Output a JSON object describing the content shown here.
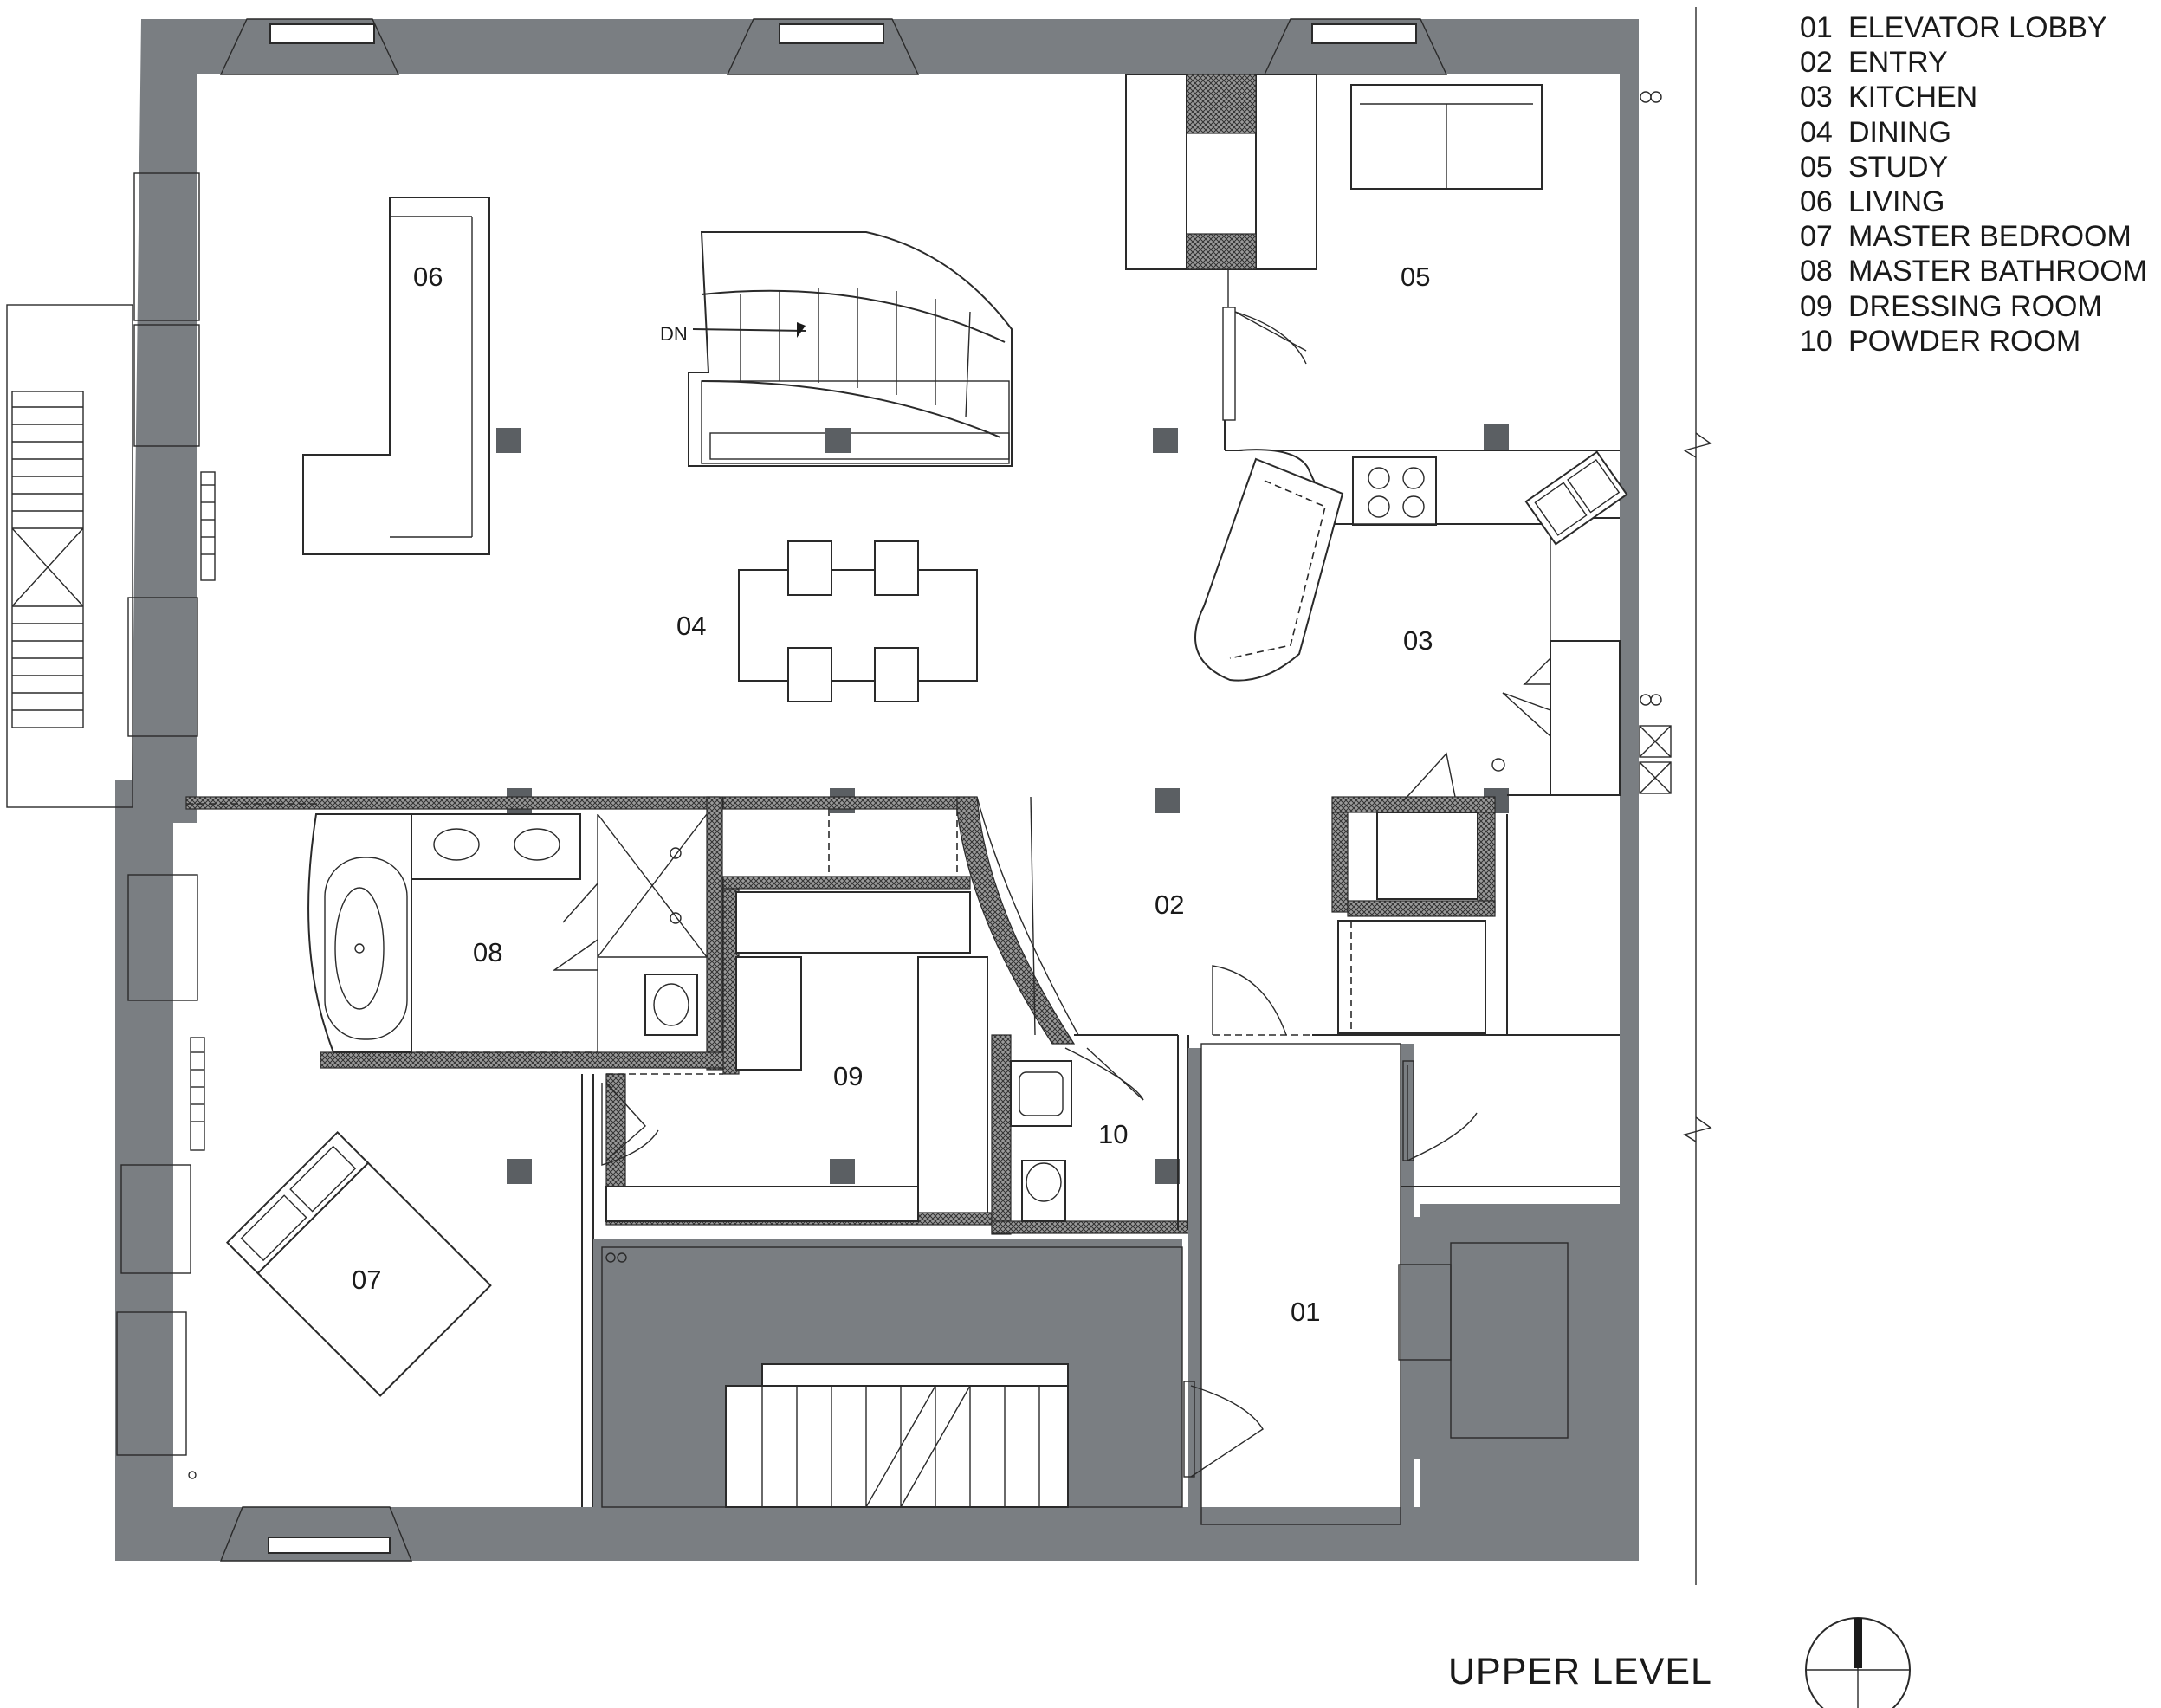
{
  "title": "UPPER LEVEL",
  "legend": [
    {
      "num": "01",
      "name": "ELEVATOR LOBBY"
    },
    {
      "num": "02",
      "name": "ENTRY"
    },
    {
      "num": "03",
      "name": "KITCHEN"
    },
    {
      "num": "04",
      "name": "DINING"
    },
    {
      "num": "05",
      "name": "STUDY"
    },
    {
      "num": "06",
      "name": "LIVING"
    },
    {
      "num": "07",
      "name": "MASTER BEDROOM"
    },
    {
      "num": "08",
      "name": "MASTER BATHROOM"
    },
    {
      "num": "09",
      "name": "DRESSING ROOM"
    },
    {
      "num": "10",
      "name": "POWDER ROOM"
    }
  ],
  "room_labels": {
    "r01": "01",
    "r02": "02",
    "r03": "03",
    "r04": "04",
    "r05": "05",
    "r06": "06",
    "r07": "07",
    "r08": "08",
    "r09": "09",
    "r10": "10"
  },
  "stair_label": "DN",
  "colors": {
    "wall": "#7a7e82",
    "column": "#5b5f63",
    "line": "#2a2a2a"
  }
}
